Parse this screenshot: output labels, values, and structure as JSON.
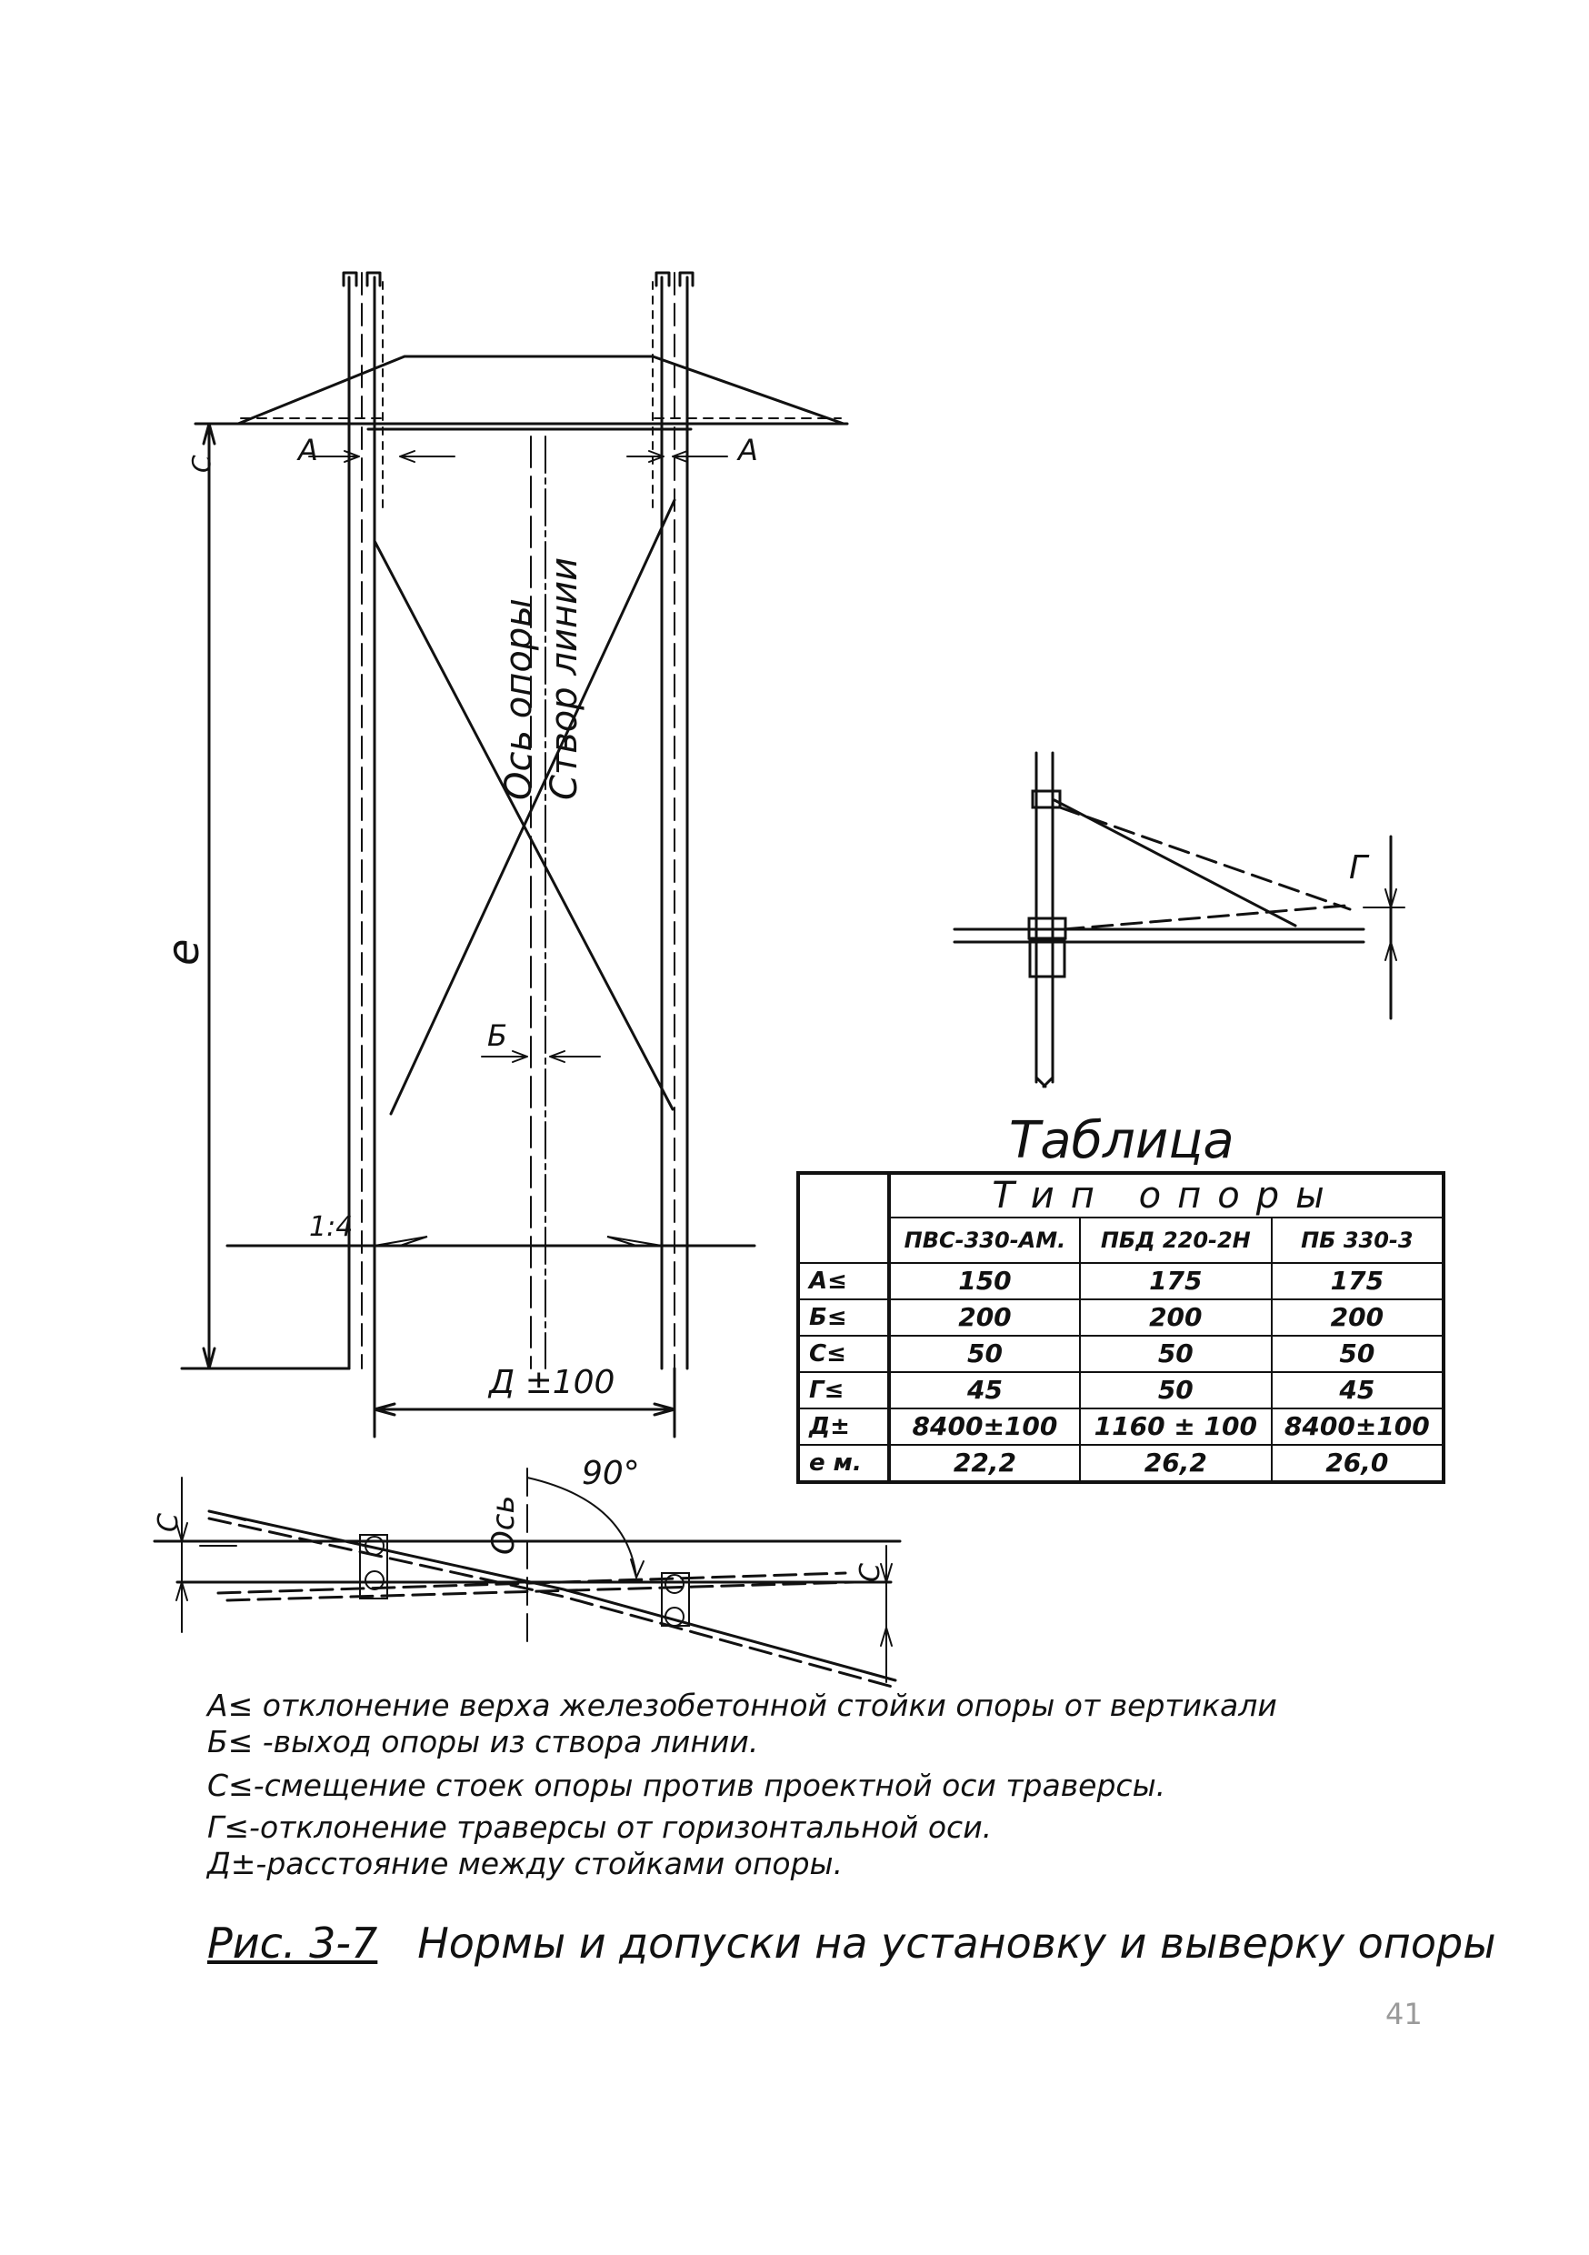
{
  "drawing": {
    "labels": {
      "a_left": "А",
      "a_right": "А",
      "c_top": "С",
      "axis_support": "Ось опоры",
      "line_alignment": "Створ линии",
      "height": "е",
      "b_offset": "Б",
      "slope": "1:4",
      "spacing": "Д ±100",
      "g_deflection": "Г",
      "plan_c_left": "С",
      "plan_axis": "Ось",
      "angle": "90°",
      "plan_c_right": "С"
    }
  },
  "table": {
    "title": "Таблица",
    "group_header": "Тип опоры",
    "columns": [
      "ПВС-330-АМ.",
      "ПБД 220-2Н",
      "ПБ 330-3"
    ],
    "rows": [
      {
        "label": "А≤",
        "values": [
          "150",
          "175",
          "175"
        ]
      },
      {
        "label": "Б≤",
        "values": [
          "200",
          "200",
          "200"
        ]
      },
      {
        "label": "С≤",
        "values": [
          "50",
          "50",
          "50"
        ]
      },
      {
        "label": "Г≤",
        "values": [
          "45",
          "50",
          "45"
        ]
      },
      {
        "label": "Д±",
        "values": [
          "8400±100",
          "1160 ± 100",
          "8400±100"
        ]
      },
      {
        "label": "е м.",
        "values": [
          "22,2",
          "26,2",
          "26,0"
        ]
      }
    ]
  },
  "legend": [
    "А≤ отклонение верха железобетонной стойки опоры от вертикали",
    "Б≤ -выход опоры из створа линии.",
    "С≤-смещение стоек опоры против проектной оси траверсы.",
    "Г≤-отклонение траверсы от горизонтальной оси.",
    "Д±-расстояние между стойками опоры."
  ],
  "caption": {
    "figure": "Рис. 3-7",
    "text": "Нормы и допуски на установку и выверку опоры"
  },
  "page_number": "41"
}
